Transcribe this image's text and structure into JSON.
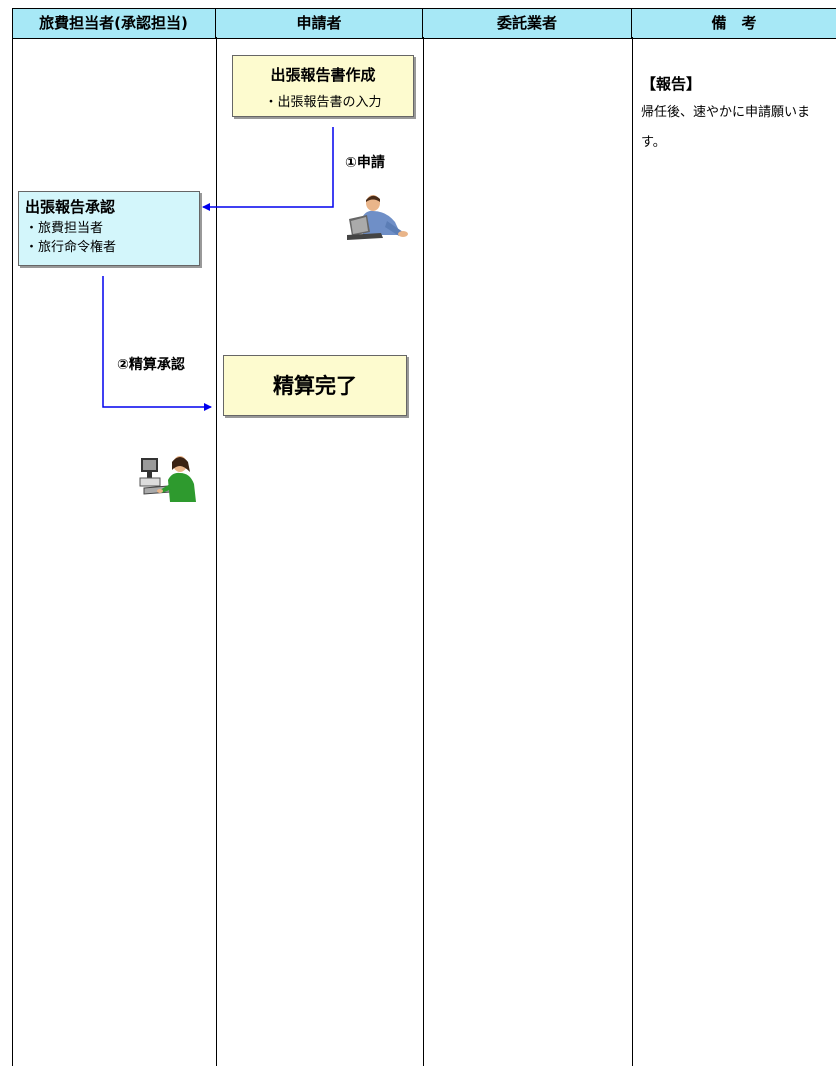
{
  "columns": [
    {
      "label": "旅費担当者(承認担当)"
    },
    {
      "label": "申請者"
    },
    {
      "label": "委託業者"
    },
    {
      "label": "備　考"
    }
  ],
  "boxes": {
    "report_create": {
      "title": "出張報告書作成",
      "lines": [
        "・出張報告書の入力"
      ]
    },
    "report_approve": {
      "title": "出張報告承認",
      "lines": [
        "・旅費担当者",
        "・旅行命令権者"
      ]
    },
    "settlement_done": {
      "title": "精算完了"
    }
  },
  "edges": {
    "apply": {
      "label": "①申請"
    },
    "settle_approve": {
      "label": "②精算承認"
    }
  },
  "notes": {
    "heading": "【報告】",
    "body": "帰任後、速やかに申請願います。"
  },
  "icons": [
    "man-at-laptop-icon",
    "woman-at-computer-icon"
  ],
  "colors": {
    "header_bg": "#a7e8f6",
    "yellow_box": "#fdfbcf",
    "cyan_box": "#d3f6fb",
    "arrow": "#0000ee"
  }
}
